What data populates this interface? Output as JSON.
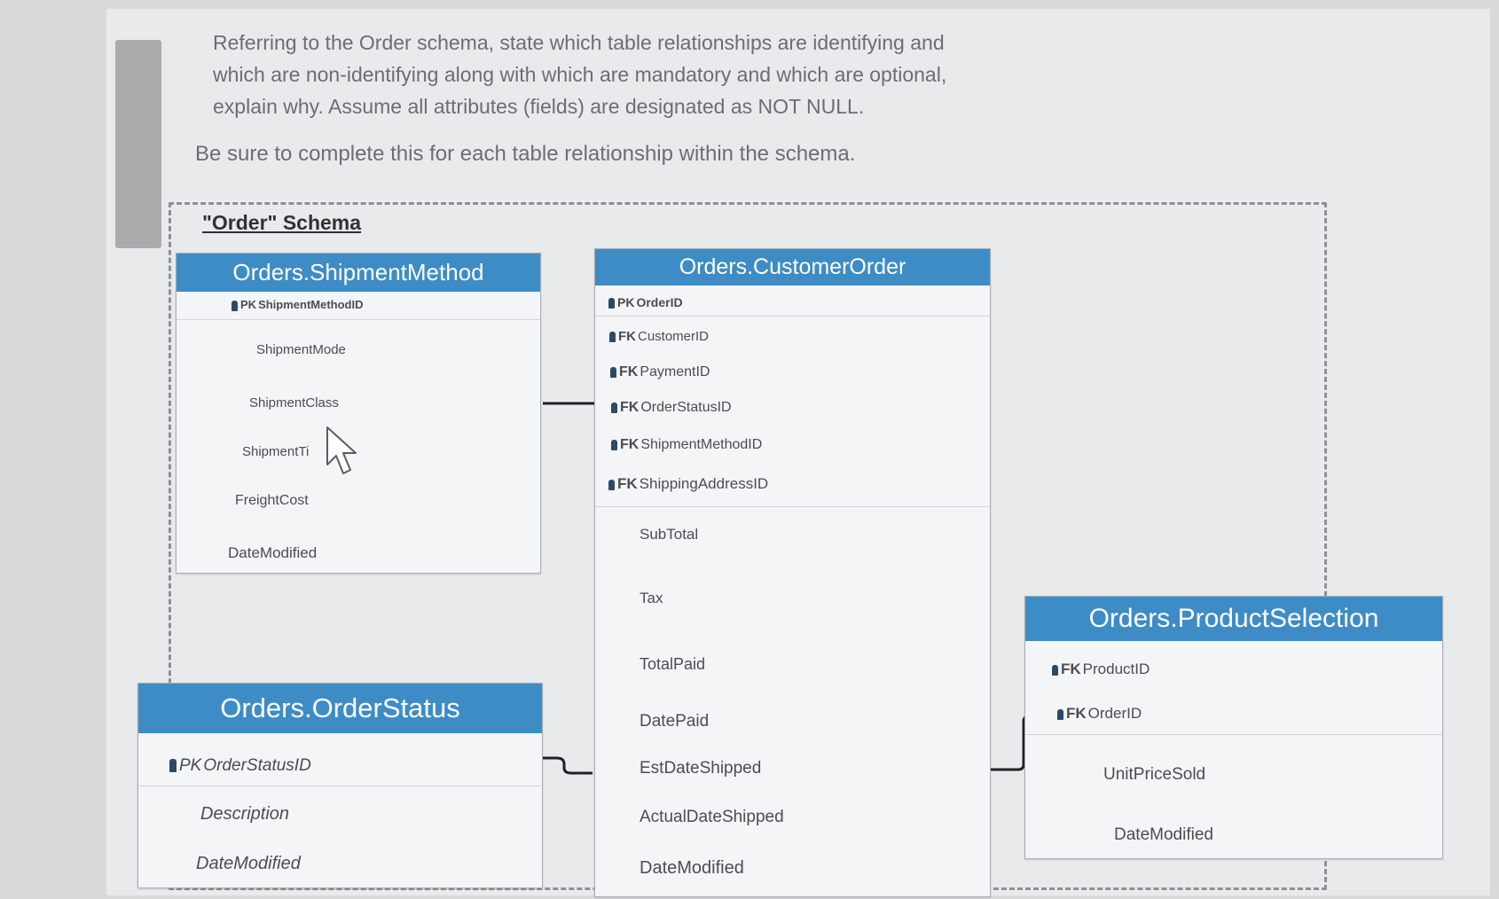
{
  "instructions": {
    "line1": "Referring to the Order schema, state which table relationships are identifying and",
    "line2": "which are non-identifying along with which are mandatory and which are optional,",
    "line3": "explain why. Assume all attributes (fields) are designated as NOT NULL.",
    "line4": "Be sure to complete this for each table relationship within the schema."
  },
  "schema": {
    "title": "\"Order\" Schema",
    "shipment_method": {
      "title": "Orders.ShipmentMethod",
      "pk": {
        "prefix": "PK",
        "name": "ShipmentMethodID"
      },
      "fields": [
        "ShipmentMode",
        "ShipmentClass",
        "ShipmentTi",
        "FreightCost",
        "DateModified"
      ]
    },
    "customer_order": {
      "title": "Orders.CustomerOrder",
      "keys": [
        {
          "prefix": "PK",
          "name": "OrderID"
        },
        {
          "prefix": "FK",
          "name": "CustomerID"
        },
        {
          "prefix": "FK",
          "name": "PaymentID"
        },
        {
          "prefix": "FK",
          "name": "OrderStatusID"
        },
        {
          "prefix": "FK",
          "name": "ShipmentMethodID"
        },
        {
          "prefix": "FK",
          "name": "ShippingAddressID"
        }
      ],
      "fields": [
        "SubTotal",
        "Tax",
        "TotalPaid",
        "DatePaid",
        "EstDateShipped",
        "ActualDateShipped",
        "DateModified"
      ]
    },
    "order_status": {
      "title": "Orders.OrderStatus",
      "pk": {
        "prefix": "PK",
        "name": "OrderStatusID"
      },
      "fields": [
        "Description",
        "DateModified"
      ]
    },
    "product_selection": {
      "title": "Orders.ProductSelection",
      "keys": [
        {
          "prefix": "FK",
          "name": "ProductID"
        },
        {
          "prefix": "FK",
          "name": "OrderID"
        }
      ],
      "fields": [
        "UnitPriceSold",
        "DateModified"
      ]
    }
  },
  "colors": {
    "header": "#3e8cc6",
    "text": "#6b6e72",
    "key_icon": "#2c4a66"
  }
}
